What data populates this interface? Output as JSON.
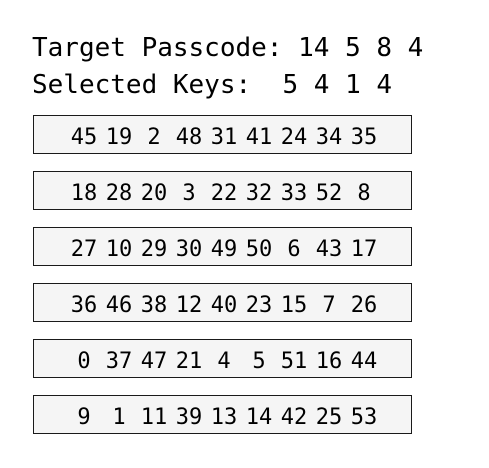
{
  "header": {
    "target_label": "Target Passcode:",
    "target_code": "14 5 8 4",
    "selected_label": "Selected Keys:",
    "selected_code": "5 4 1 4"
  },
  "keypad": {
    "rows": [
      [
        "45",
        "19",
        "2",
        "48",
        "31",
        "41",
        "24",
        "34",
        "35"
      ],
      [
        "18",
        "28",
        "20",
        "3",
        "22",
        "32",
        "33",
        "52",
        "8"
      ],
      [
        "27",
        "10",
        "29",
        "30",
        "49",
        "50",
        "6",
        "43",
        "17"
      ],
      [
        "36",
        "46",
        "38",
        "12",
        "40",
        "23",
        "15",
        "7",
        "26"
      ],
      [
        "0",
        "37",
        "47",
        "21",
        "4",
        "5",
        "51",
        "16",
        "44"
      ],
      [
        "9",
        "1",
        "11",
        "39",
        "13",
        "14",
        "42",
        "25",
        "53"
      ]
    ]
  }
}
